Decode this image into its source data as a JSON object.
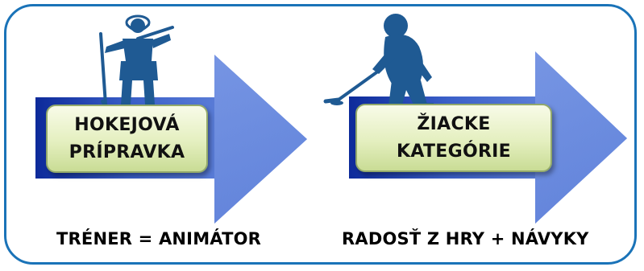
{
  "stages": [
    {
      "line1": "HOKEJOVÁ",
      "line2": "PRÍPRAVKA",
      "caption": "TRÉNER = ANIMÁTOR",
      "figure_icon": "hockey-player-standing-icon"
    },
    {
      "line1": "ŽIACKE",
      "line2": "KATEGÓRIE",
      "caption": "RADOSŤ Z HRY + NÁVYKY",
      "figure_icon": "hockey-player-skating-icon"
    }
  ],
  "colors": {
    "frame_border": "#1a73b8",
    "arrow_light": "#6f92e0",
    "arrow_dark": "#0d2a9a",
    "figure": "#1f5a93",
    "box_border": "#93a96a",
    "box_fill": "#e4efbf"
  }
}
